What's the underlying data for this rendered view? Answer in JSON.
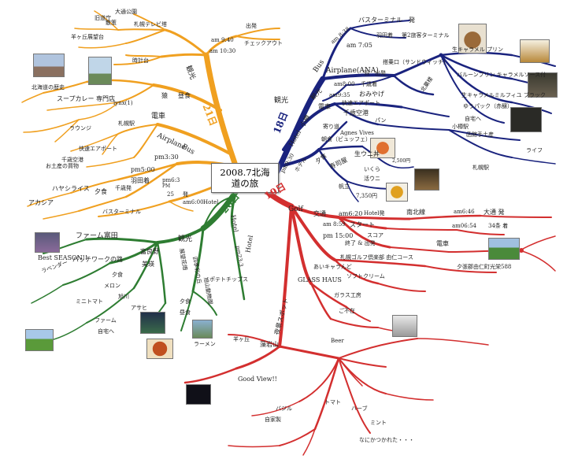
{
  "title": {
    "line1": "2008.7北海",
    "line2": "道の旅"
  },
  "colors": {
    "day18": "#1a237e",
    "day19": "#d32f2f",
    "day20": "#2e7d32",
    "day21": "#f0a020"
  },
  "day18": {
    "label": "18日",
    "texts": [
      "am 8:38",
      "バスターミナル　発",
      "Bus",
      "am 7:05",
      "羽田着",
      "第2旅客ターミナル",
      "Airplane(ANA)",
      "am8:00",
      "羽　出発",
      "搭乗口（サンドウィッチ）",
      "千歳着",
      "am9:35",
      "おみやげ",
      "千歳空港",
      "観光",
      "電車",
      "快速エアポート",
      "小樽",
      "観光",
      "寄り道",
      "パン",
      "Agnes Vives",
      "小樽駅",
      "北菓楼",
      "生キャラメル プリン",
      "バルーンプリン キャラメルソース付",
      "生キャラメルミルフィユ ブラック",
      "ゆうパック（赤醸）",
      "自宅へ",
      "函館手土産",
      "Hotel",
      "pm9:30",
      "ホテル",
      "朝食（ビュッフェ）",
      "夕食",
      "寿司屋",
      "生ウニ丼",
      "2,500円",
      "いくら",
      "活ウニ",
      "7,350円",
      "帆立",
      "札幌駅",
      "ライフ"
    ]
  },
  "day19": {
    "label": "19日",
    "texts": [
      "Golf",
      "交通",
      "am6:20",
      "Hotel発",
      "南北線",
      "am6:46",
      "大通 発",
      "am 8:59",
      "スタート",
      "am06:54",
      "34条 着",
      "pm 15:00",
      "終了 & 出発",
      "スコア",
      "札幌ゴルフ倶楽部 由仁コース",
      "電車",
      "夕張郡由仁町光栄588",
      "あいキャラんど",
      "ソフトクリーム",
      "GLASS HAUS",
      "ガラス工房",
      "ご不在",
      "夜景スポット",
      "藻岩山",
      "Good View!!",
      "羊ヶ丘",
      "Hotel",
      "Beer",
      "トマト",
      "ミント",
      "なにかつかれた・・・",
      "自家製",
      "バジル",
      "ハーブ"
    ]
  },
  "day20": {
    "label": "20日",
    "texts": [
      "am6:00",
      "Hotel",
      "Hotel",
      "pm23:3",
      "ファーム富田",
      "Best SEASON!!",
      "ラベンダー",
      "富良野",
      "観光",
      "美瑛",
      "ポテトチップス",
      "パッチワークの路",
      "夕食",
      "メロン",
      "自宅へ",
      "ファーム",
      "展望花畑",
      "四季彩の丘",
      "ラーメン",
      "昼食",
      "夕食",
      "旭山動物園",
      "アサヒ",
      "ミニトマト",
      "旭川"
    ]
  },
  "day21": {
    "label": "21日",
    "texts": [
      "am 9:40",
      "出発",
      "am 10:30",
      "チェックアウト",
      "時計台",
      "観光",
      "札幌テレビ塔",
      "大通公園",
      "散策",
      "羊ヶ丘展望台",
      "旧道庁",
      "北海道の歴史",
      "猿",
      "昼食",
      "スープカレー 専門店",
      "lynx(1)",
      "電車",
      "札幌駅",
      "ラウンジ",
      "快速エアポート",
      "千歳空港",
      "pm3:30",
      "Airplane",
      "Bus",
      "pm5:00",
      "羽田着",
      "pm6:3",
      "お土産の買物",
      "25",
      "発",
      "千歳発",
      "夕食",
      "ハヤシライス",
      "アカシア",
      "バスターミナル",
      "PM"
    ]
  }
}
